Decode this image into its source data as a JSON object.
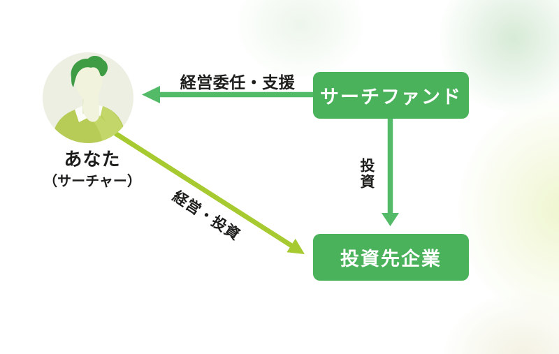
{
  "diagram": {
    "actor": {
      "name": "あなた",
      "subtitle": "（サーチャー）",
      "avatar": "person-thinking-avatar"
    },
    "nodes": {
      "search_fund": {
        "label": "サーチファンド"
      },
      "target_company": {
        "label": "投資先企業"
      }
    },
    "edges": {
      "delegation": {
        "label": "経営委任・支援",
        "from": "サーチファンド",
        "to": "あなた（サーチャー）",
        "direction": "right-to-left"
      },
      "investment": {
        "label": "投資",
        "from": "サーチファンド",
        "to": "投資先企業",
        "direction": "top-to-bottom",
        "label_orientation": "vertical"
      },
      "manage_invest": {
        "label": "経営・投資",
        "from": "あなた（サーチャー）",
        "to": "投資先企業",
        "direction": "diagonal-down-right"
      }
    },
    "colors": {
      "node_fill": "#4bb25c",
      "node_text": "#ffffff",
      "arrow_green": "#53ba67",
      "arrow_yellow_green": "#a6ca30",
      "label_text": "#1d1d1b",
      "avatar_bg": "#ecefe2",
      "avatar_hair": "#3e9c45",
      "avatar_sweater": "#b6cc57",
      "avatar_sweater_light": "#c3d669",
      "avatar_skin": "#f1f3dd"
    }
  }
}
